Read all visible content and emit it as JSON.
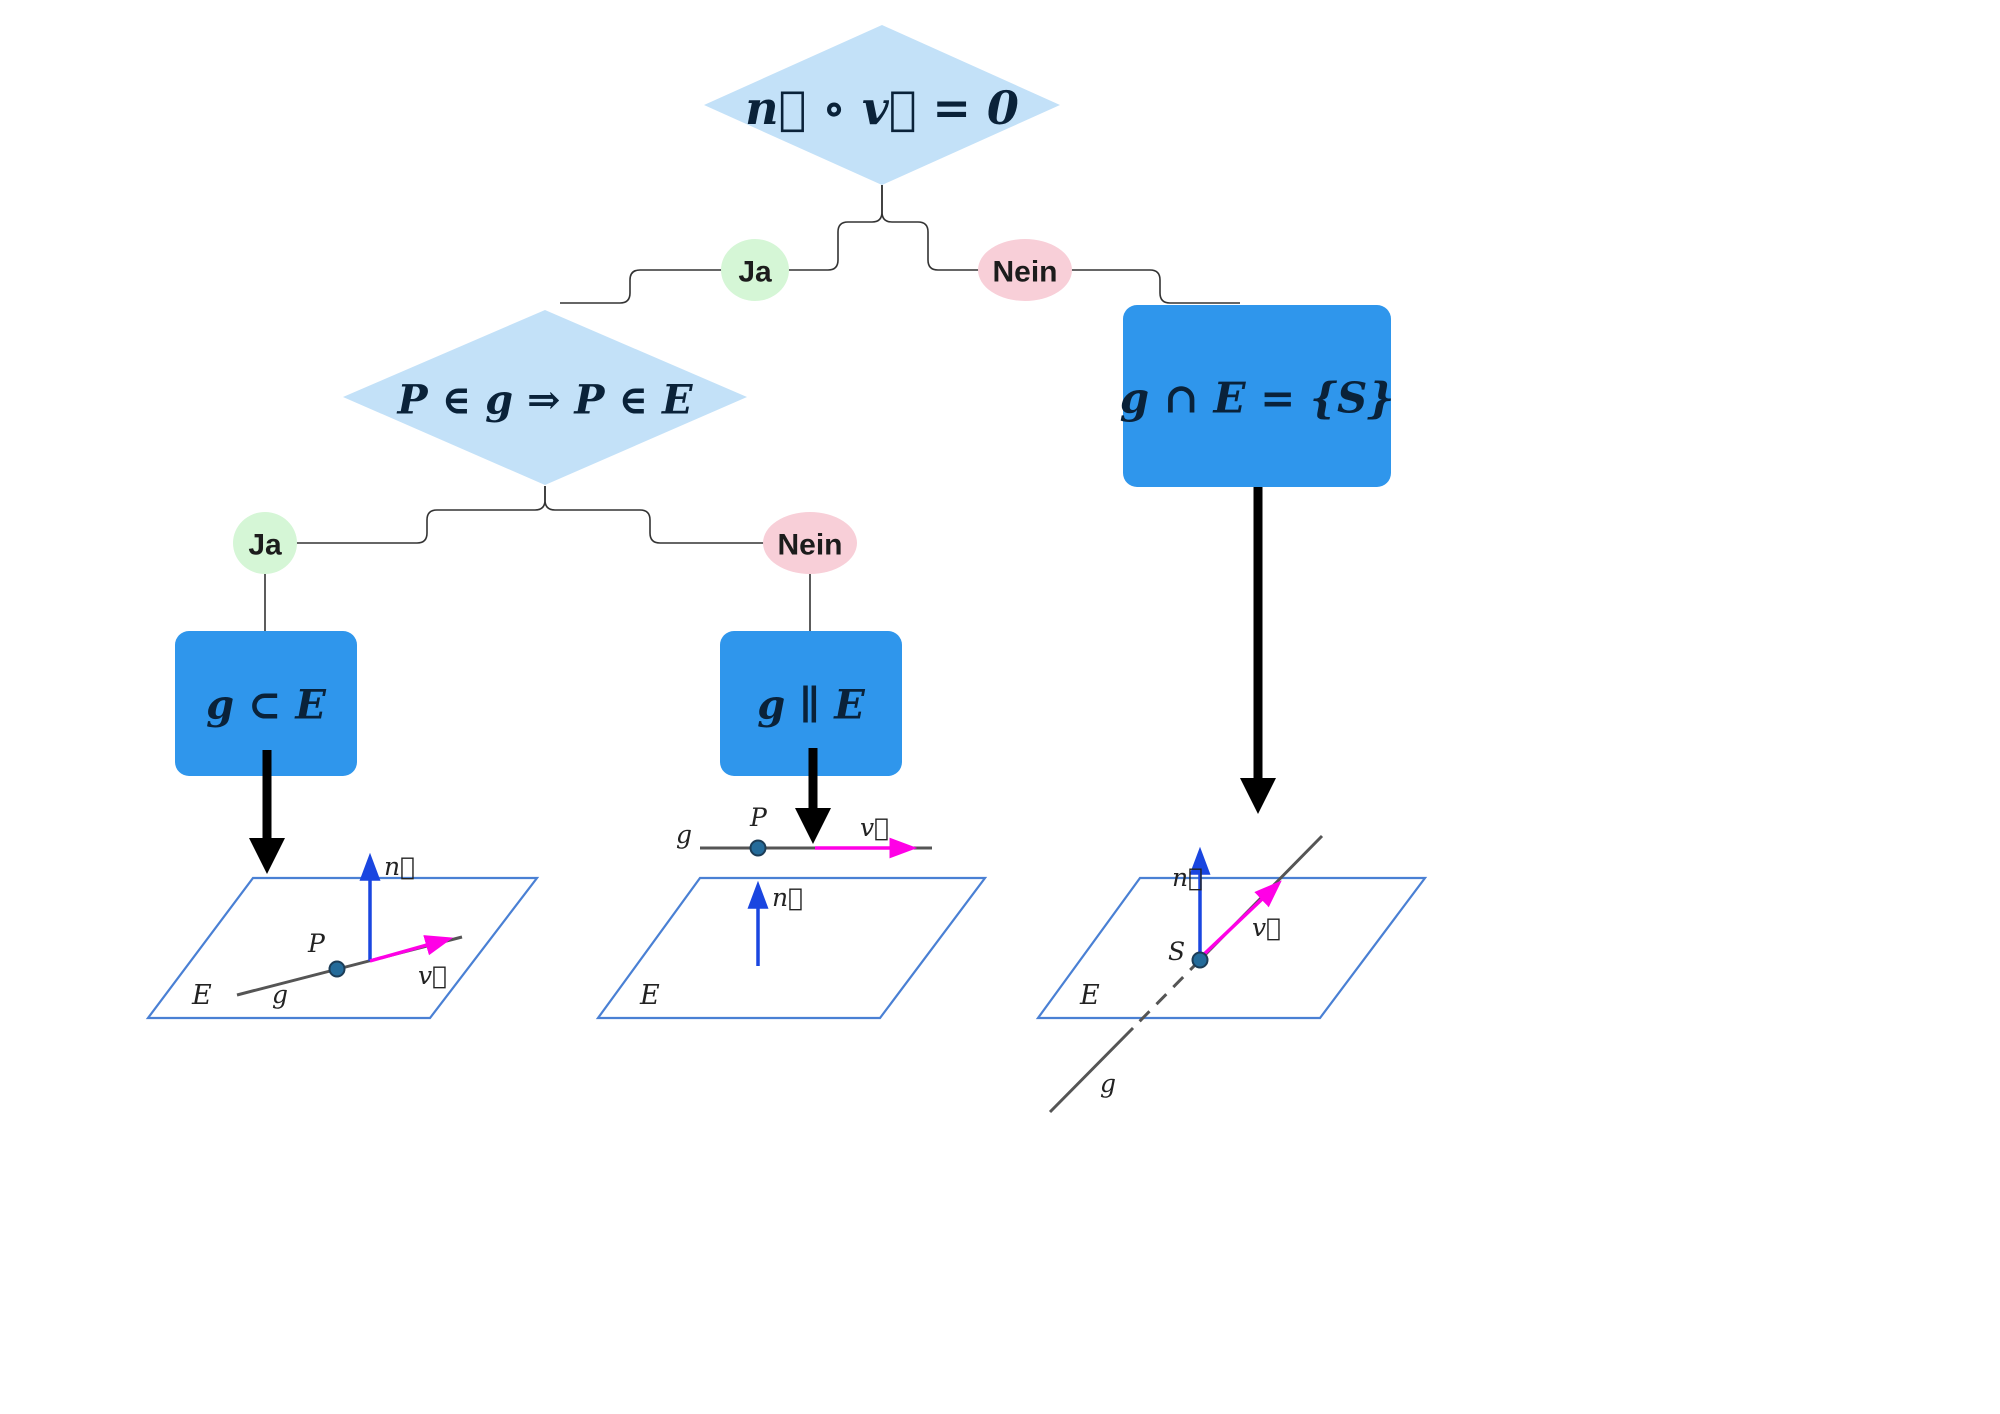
{
  "nodes": {
    "root_condition": "n⃗ ∘ v⃗ = 0",
    "point_check": "P ∈ g ⇒ P ∈ E",
    "line_in_plane": "g ⊂ E",
    "line_parallel": "g ∥ E",
    "intersection": "g ∩ E = {S}"
  },
  "branch_labels": {
    "yes": "Ja",
    "no": "Nein"
  },
  "diagrams": {
    "line_in_plane": {
      "plane": "E",
      "line": "g",
      "point": "P",
      "normal": "n⃗",
      "direction": "v⃗"
    },
    "parallel": {
      "plane": "E",
      "line": "g",
      "point": "P",
      "normal": "n⃗",
      "direction": "v⃗"
    },
    "intersection": {
      "plane": "E",
      "line": "g",
      "point": "S",
      "normal": "n⃗",
      "direction": "v⃗"
    }
  },
  "colors": {
    "diamond_fill": "#c3e1f8",
    "result_box_fill": "#2f96ec",
    "yes_fill": "#d5f6d6",
    "no_fill": "#f8cfd8",
    "normal_vector": "#1a46e0",
    "direction_vector": "#ff00e6",
    "plane_stroke": "#4a80d4",
    "thick_arrow": "#000000"
  }
}
